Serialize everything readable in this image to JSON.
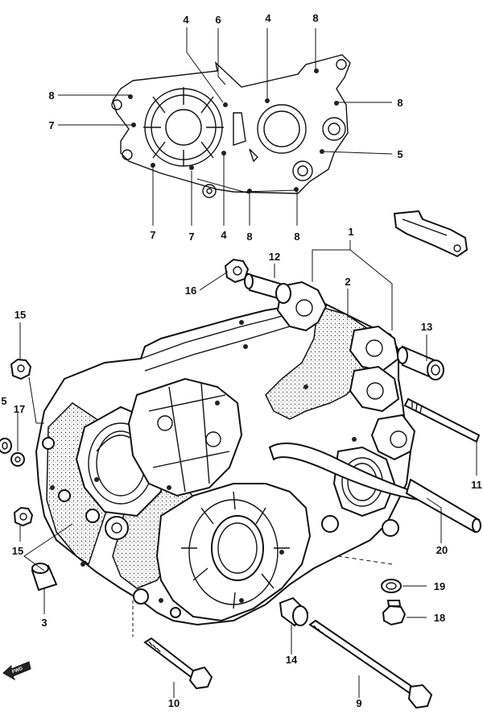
{
  "callouts": [
    {
      "id": "c4a",
      "label": "4"
    },
    {
      "id": "c6",
      "label": "6"
    },
    {
      "id": "c4b",
      "label": "4"
    },
    {
      "id": "c8a",
      "label": "8"
    },
    {
      "id": "c8b",
      "label": "8"
    },
    {
      "id": "c8c",
      "label": "8"
    },
    {
      "id": "c7a",
      "label": "7"
    },
    {
      "id": "c5a",
      "label": "5"
    },
    {
      "id": "c7b",
      "label": "7"
    },
    {
      "id": "c7c",
      "label": "7"
    },
    {
      "id": "c4c",
      "label": "4"
    },
    {
      "id": "c8d",
      "label": "8"
    },
    {
      "id": "c8e",
      "label": "8"
    },
    {
      "id": "c1",
      "label": "1"
    },
    {
      "id": "c12",
      "label": "12"
    },
    {
      "id": "c16",
      "label": "16"
    },
    {
      "id": "c2",
      "label": "2"
    },
    {
      "id": "c13",
      "label": "13"
    },
    {
      "id": "c15a",
      "label": "15"
    },
    {
      "id": "c5b",
      "label": "5"
    },
    {
      "id": "c17",
      "label": "17"
    },
    {
      "id": "c11",
      "label": "11"
    },
    {
      "id": "c15b",
      "label": "15"
    },
    {
      "id": "c20",
      "label": "20"
    },
    {
      "id": "c3",
      "label": "3"
    },
    {
      "id": "c19",
      "label": "19"
    },
    {
      "id": "c18",
      "label": "18"
    },
    {
      "id": "c14",
      "label": "14"
    },
    {
      "id": "c10",
      "label": "10"
    },
    {
      "id": "c9",
      "label": "9"
    }
  ],
  "front_arrow_label": "FWD"
}
